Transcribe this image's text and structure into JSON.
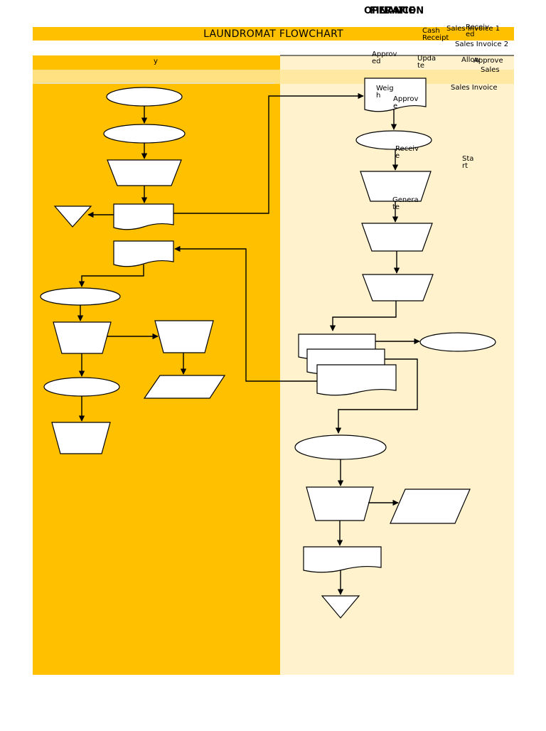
{
  "title": "LAUNDROMAT FLOWCHART",
  "colors": {
    "left_lane": "#FFC000",
    "right_lane": "#FFF2CC",
    "header_strip": "#FFE699",
    "shape_fill": "#FFFFFF",
    "stroke": "#000000"
  },
  "headers": {
    "overlap_a": "OPERATION",
    "overlap_b": "FINANCE"
  },
  "left_lane": {
    "header_fragment": "y"
  },
  "right_lane_fragments": {
    "weigh": "Weig\nh",
    "approve_1": "Approv\ne",
    "receive": "Receiv\ne",
    "generate": "Genera\nte",
    "approved": "Approv\ned",
    "update": "Upda\nte",
    "allow": "Allow",
    "approve_2": "Approve",
    "start": "Sta\nrt",
    "cash_receipt": "Cash\nReceipt",
    "received": "Receiv\ned"
  },
  "documents": {
    "sales_invoice_1": "Sales Invoice 1",
    "sales_invoice_2": "Sales Invoice 2",
    "sales_invoice_3": "Sales Invoice",
    "sales_partial": "Sales"
  },
  "shapes": {
    "terminator": "terminator-ellipse",
    "manual_op": "manual-operation-trapezoid",
    "document": "document",
    "offpage": "offpage-triangle",
    "io": "data-parallelogram"
  }
}
